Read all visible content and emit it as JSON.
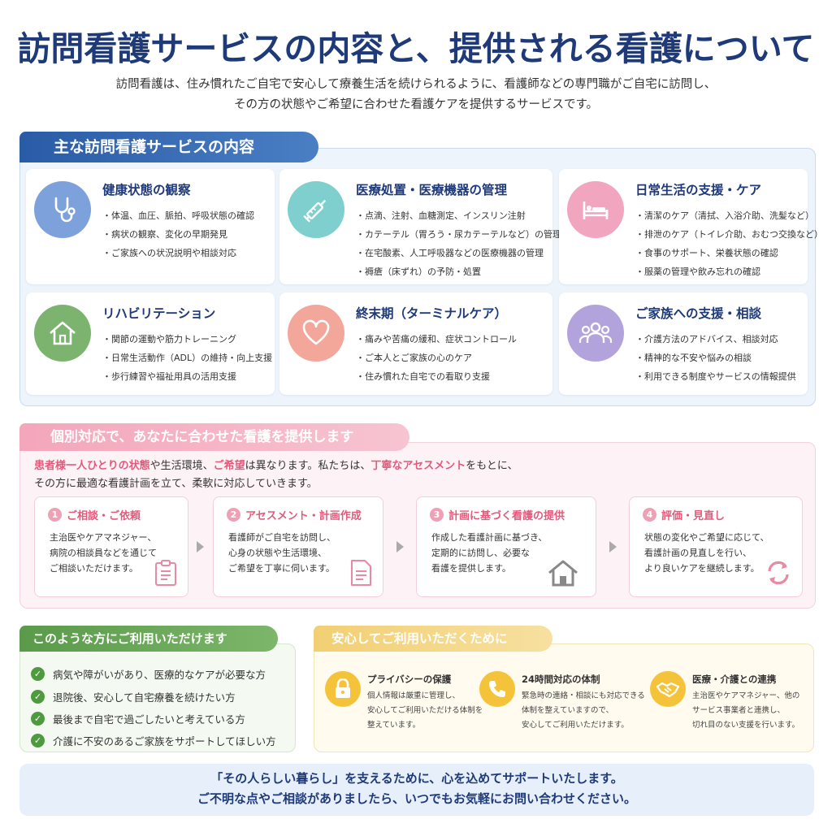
{
  "title": "訪問看護サービスの内容と、提供される看護について",
  "intro": {
    "line1": "訪問看護は、住み慣れたご自宅で安心して療養生活を続けられるように、看護師などの専門職がご自宅に訪問し、",
    "line2": "その方の状態やご希望に合わせた看護ケアを提供するサービスです。"
  },
  "services": {
    "heading": "主な訪問看護サービスの内容",
    "cards": [
      {
        "title": "健康状態の観察",
        "icon": "stethoscope-icon",
        "color": "#7da1da",
        "items": [
          "・体温、血圧、脈拍、呼吸状態の確認",
          "・病状の観察、変化の早期発見",
          "・ご家族への状況説明や相談対応"
        ]
      },
      {
        "title": "医療処置・医療機器の管理",
        "icon": "syringe-icon",
        "color": "#7fcfcf",
        "items": [
          "・点滴、注射、血糖測定、インスリン注射",
          "・カテーテル（胃ろう・尿カテーテルなど）の管理",
          "・在宅酸素、人工呼吸器などの医療機器の管理",
          "・褥瘡（床ずれ）の予防・処置"
        ]
      },
      {
        "title": "日常生活の支援・ケア",
        "icon": "bed-icon",
        "color": "#f2a5be",
        "items": [
          "・清潔のケア（清拭、入浴介助、洗髪など）",
          "・排泄のケア（トイレ介助、おむつ交換など）",
          "・食事のサポート、栄養状態の確認",
          "・服薬の管理や飲み忘れの確認"
        ]
      },
      {
        "title": "リハビリテーション",
        "icon": "house-icon",
        "color": "#7cb46f",
        "items": [
          "・関節の運動や筋力トレーニング",
          "・日常生活動作（ADL）の維持・向上支援",
          "・歩行練習や福祉用具の活用支援"
        ]
      },
      {
        "title": "終末期（ターミナルケア）",
        "icon": "heart-icon",
        "color": "#f2a79a",
        "items": [
          "・痛みや苦痛の緩和、症状コントロール",
          "・ご本人とご家族の心のケア",
          "・住み慣れた自宅での看取り支援"
        ]
      },
      {
        "title": "ご家族への支援・相談",
        "icon": "family-icon",
        "color": "#b3a3dc",
        "items": [
          "・介護方法のアドバイス、相談対応",
          "・精神的な不安や悩みの相談",
          "・利用できる制度やサービスの情報提供"
        ]
      }
    ]
  },
  "individual": {
    "heading": "個別対応で、あなたに合わせた看護を提供します",
    "text1": {
      "hl1": "患者様一人ひとりの状態",
      "t1": "や生活環境、",
      "hl2": "ご希望",
      "t2": "は異なります。私たちは、",
      "hl3": "丁寧なアセスメント",
      "t3": "をもとに、"
    },
    "text2": "その方に最適な看護計画を立て、柔軟に対応していきます。",
    "steps": [
      {
        "num": "1",
        "title": "ご相談・ご依頼",
        "lines": [
          "主治医やケアマネジャー、",
          "病院の相談員などを通じて",
          "ご相談いただけます。"
        ],
        "icon": "clipboard-icon"
      },
      {
        "num": "2",
        "title": "アセスメント・計画作成",
        "lines": [
          "看護師がご自宅を訪問し、",
          "心身の状態や生活環境、",
          "ご希望を丁寧に伺います。"
        ],
        "icon": "document-icon"
      },
      {
        "num": "3",
        "title": "計画に基づく看護の提供",
        "lines": [
          "作成した看護計画に基づき、",
          "定期的に訪問し、必要な",
          "看護を提供します。"
        ],
        "icon": "house-icon"
      },
      {
        "num": "4",
        "title": "評価・見直し",
        "lines": [
          "状態の変化やご希望に応じて、",
          "看護計画の見直しを行い、",
          "より良いケアを継続します。"
        ],
        "icon": "refresh-icon"
      }
    ]
  },
  "audience": {
    "heading": "このような方にご利用いただけます",
    "items": [
      "病気や障がいがあり、医療的なケアが必要な方",
      "退院後、安心して自宅療養を続けたい方",
      "最後まで自宅で過ごしたいと考えている方",
      "介護に不安のあるご家族をサポートしてほしい方"
    ]
  },
  "assurance": {
    "heading": "安心してご利用いただくために",
    "features": [
      {
        "title": "プライバシーの保護",
        "icon": "lock-icon",
        "lines": [
          "個人情報は厳重に管理し、",
          "安心してご利用いただける体制を",
          "整えています。"
        ]
      },
      {
        "title": "24時間対応の体制",
        "icon": "phone-icon",
        "lines": [
          "緊急時の連絡・相談にも対応できる",
          "体制を整えていますので、",
          "安心してご利用いただけます。"
        ]
      },
      {
        "title": "医療・介護との連携",
        "icon": "handshake-icon",
        "lines": [
          "主治医やケアマネジャー、他の",
          "サービス事業者と連携し、",
          "切れ目のない支援を行います。"
        ]
      }
    ]
  },
  "footer": {
    "line1": "「その人らしい暮らし」を支えるために、心を込めてサポートいたします。",
    "line2": "ご不明な点やご相談がありましたら、いつでもお気軽にお問い合わせください。"
  }
}
